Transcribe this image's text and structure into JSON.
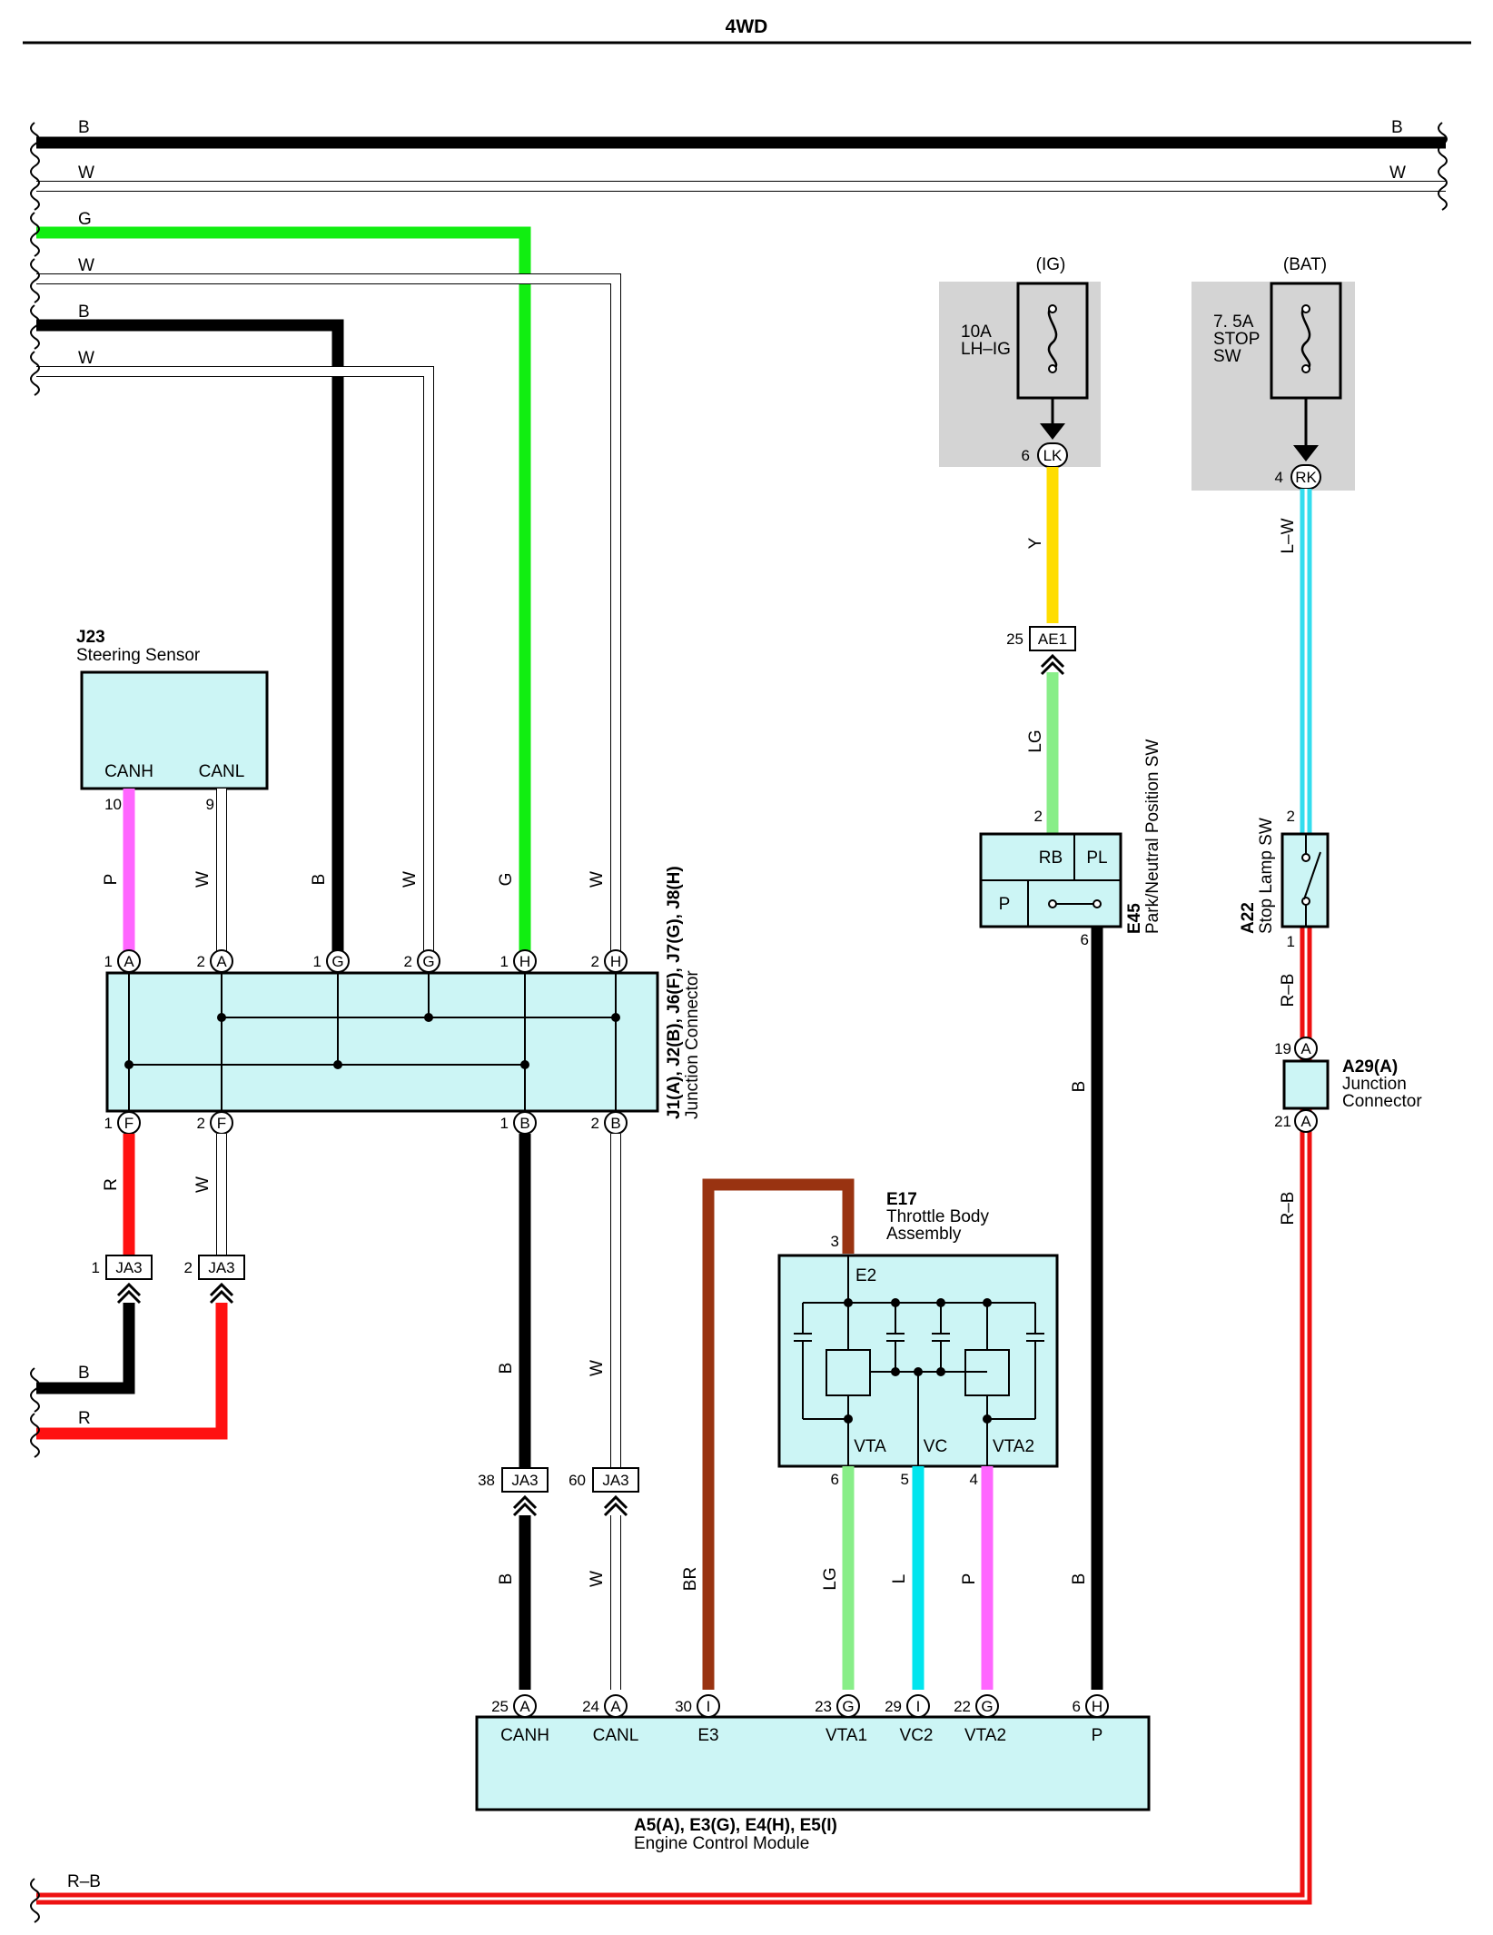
{
  "header": {
    "title": "4WD"
  },
  "colors": {
    "B": "#000000",
    "W": "#ffffff",
    "G": "#11ee11",
    "R": "#ff1111",
    "P": "#ff66ff",
    "Y": "#ffdd00",
    "LG": "#88ee88",
    "L": "#00e5ee",
    "BR": "#993311",
    "LW": "#33ddee",
    "RB": "#ee1111",
    "box": "#ccf5f5",
    "fusebox": "#d4d4d4"
  },
  "bus_wires": [
    {
      "id": "b1",
      "label": "B",
      "label_right": "B"
    },
    {
      "id": "w1",
      "label": "W",
      "label_right": "W"
    },
    {
      "id": "g",
      "label": "G"
    },
    {
      "id": "w2",
      "label": "W"
    },
    {
      "id": "b2",
      "label": "B"
    },
    {
      "id": "w3",
      "label": "W"
    }
  ],
  "fuses": [
    {
      "id": "ig",
      "supply": "(IG)",
      "rating": "10A",
      "name": "LH–IG",
      "pin": "6",
      "conn": "LK"
    },
    {
      "id": "bat",
      "supply": "(BAT)",
      "rating": "7. 5A",
      "name": "STOP",
      "name2": "SW",
      "pin": "4",
      "conn": "RK"
    }
  ],
  "j23": {
    "code": "J23",
    "name": "Steering Sensor",
    "pins": [
      {
        "num": "10",
        "name": "CANH"
      },
      {
        "num": "9",
        "name": "CANL"
      }
    ]
  },
  "junction": {
    "code": "J1(A), J2(B), J6(F), J7(G), J8(H)",
    "name": "Junction Connector",
    "top_pins": [
      {
        "num": "1",
        "letter": "A"
      },
      {
        "num": "2",
        "letter": "A"
      },
      {
        "num": "1",
        "letter": "G"
      },
      {
        "num": "2",
        "letter": "G"
      },
      {
        "num": "1",
        "letter": "H"
      },
      {
        "num": "2",
        "letter": "H"
      }
    ],
    "bottom_pins": [
      {
        "num": "1",
        "letter": "F"
      },
      {
        "num": "2",
        "letter": "F"
      },
      {
        "num": "1",
        "letter": "B"
      },
      {
        "num": "2",
        "letter": "B"
      }
    ]
  },
  "wire_labels": {
    "p_j23": "P",
    "w_j23": "W",
    "b_mid": "B",
    "w_mid": "W",
    "g_mid": "G",
    "w_right": "W",
    "r_f": "R",
    "w_f": "W",
    "b_b": "B",
    "w_b": "W",
    "b_b2": "B",
    "w_b2": "W",
    "b_left_in": "B",
    "r_left_in": "R",
    "br": "BR",
    "lg_vta": "LG",
    "l_vc": "L",
    "p_vta2": "P",
    "b_p": "B",
    "y": "Y",
    "lg_ae": "LG",
    "lw": "L–W",
    "rb_top": "R–B",
    "rb_mid": "R–B",
    "rb_bottom": "R–B"
  },
  "connectors": [
    {
      "id": "ja3_1",
      "pin": "1",
      "label": "JA3"
    },
    {
      "id": "ja3_2",
      "pin": "2",
      "label": "JA3"
    },
    {
      "id": "ja3_38",
      "pin": "38",
      "label": "JA3"
    },
    {
      "id": "ja3_60",
      "pin": "60",
      "label": "JA3"
    },
    {
      "id": "ae1",
      "pin": "25",
      "label": "AE1"
    }
  ],
  "e45": {
    "code": "E45",
    "name": "Park/Neutral Position SW",
    "pin_in": "2",
    "pin_out": "6",
    "cells": [
      "RB",
      "PL",
      "P"
    ]
  },
  "a22": {
    "code": "A22",
    "name": "Stop Lamp SW",
    "pin_in": "2",
    "pin_out": "1"
  },
  "a29": {
    "code": "A29(A)",
    "name": "Junction",
    "name2": "Connector",
    "pins": [
      {
        "num": "19",
        "letter": "A"
      },
      {
        "num": "21",
        "letter": "A"
      }
    ]
  },
  "e17": {
    "code": "E17",
    "name": "Throttle Body",
    "name2": "Assembly",
    "e2_pin": "3",
    "e2_label": "E2",
    "pins": [
      {
        "num": "6",
        "name": "VTA"
      },
      {
        "num": "5",
        "name": "VC"
      },
      {
        "num": "4",
        "name": "VTA2"
      }
    ]
  },
  "ecm": {
    "code": "A5(A), E3(G), E4(H), E5(I)",
    "name": "Engine Control Module",
    "pins": [
      {
        "num": "25",
        "letter": "A",
        "name": "CANH"
      },
      {
        "num": "24",
        "letter": "A",
        "name": "CANL"
      },
      {
        "num": "30",
        "letter": "I",
        "name": "E3"
      },
      {
        "num": "23",
        "letter": "G",
        "name": "VTA1"
      },
      {
        "num": "29",
        "letter": "I",
        "name": "VC2"
      },
      {
        "num": "22",
        "letter": "G",
        "name": "VTA2"
      },
      {
        "num": "6",
        "letter": "H",
        "name": "P"
      }
    ]
  }
}
